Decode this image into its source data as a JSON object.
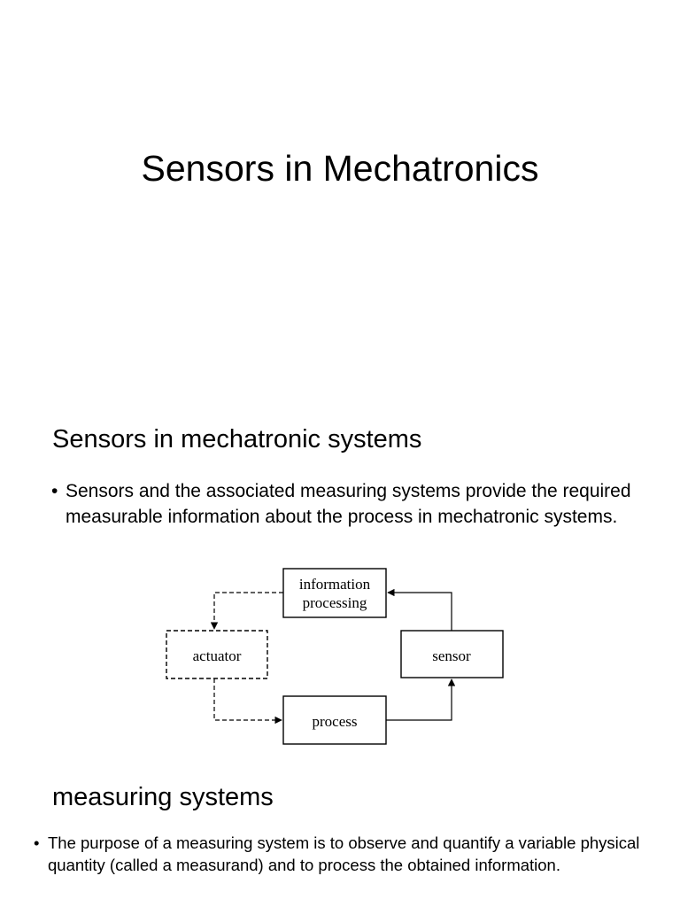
{
  "slide1": {
    "title": "Sensors in Mechatronics"
  },
  "slide2": {
    "heading": "Sensors  in mechatronic systems",
    "bullet": "Sensors and the associated measuring systems provide the required measurable information about the process in mechatronic systems.",
    "diagram": {
      "nodes": {
        "info_line1": "information",
        "info_line2": "processing",
        "actuator": "actuator",
        "sensor": "sensor",
        "process": "process"
      }
    }
  },
  "slide3": {
    "heading": "measuring systems",
    "bullet": "The purpose of a measuring system is to observe and quantify a variable physical quantity (called a measurand) and to process the obtained information."
  },
  "bullet_glyph": "•"
}
